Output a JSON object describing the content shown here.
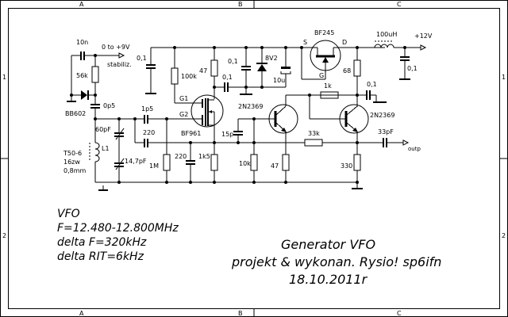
{
  "frame": {
    "columns": [
      "A",
      "B",
      "C"
    ],
    "rows": [
      "1",
      "2"
    ]
  },
  "components": {
    "c_10n": "10n",
    "supply_in": "0 to +9V",
    "stabiliz": "stabiliz.",
    "r_56k": "56k",
    "varicap": "BB602",
    "c_0p5": "0p5",
    "c_0_1_a": "0,1",
    "r_100k": "100k",
    "r_47_a": "47",
    "c_0_1_b": "0,1",
    "c_0_1_c": "0,1",
    "zener": "8V2",
    "c_10u": "10u",
    "jfet": "BF245",
    "jfet_s": "S",
    "jfet_d": "D",
    "jfet_g": "G",
    "inductor_100uH": "100uH",
    "supply_12v": "+12V",
    "c_0_1_d": "0,1",
    "r_68": "68",
    "r_1k": "1k",
    "c_0_1_e": "0,1",
    "g1": "G1",
    "g2": "G2",
    "mosfet": "BF961",
    "c_1p5": "1p5",
    "c_220_a": "220",
    "c_60pF": "60pF",
    "c_14_7pF": "14,7pF",
    "l1": "L1",
    "core": "T50-6",
    "turns": "16zw",
    "wire": "0,8mm",
    "r_1M": "1M",
    "c_220_b": "220",
    "r_1k5": "1k5",
    "c_15p": "15p",
    "q1": "2N2369",
    "r_10k": "10k",
    "r_47_b": "47",
    "r_33k": "33k",
    "q2": "2N2369",
    "r_330": "330",
    "c_33pF": "33pF",
    "outp": "outp"
  },
  "notes": {
    "line1": "VFO",
    "line2": "F=12.480-12.800MHz",
    "line3": "delta F=320kHz",
    "line4": "delta RIT=6kHz"
  },
  "title_block": {
    "title": "Generator VFO",
    "author": "projekt & wykonan. Rysio! sp6ifn",
    "date": "18.10.2011r"
  }
}
